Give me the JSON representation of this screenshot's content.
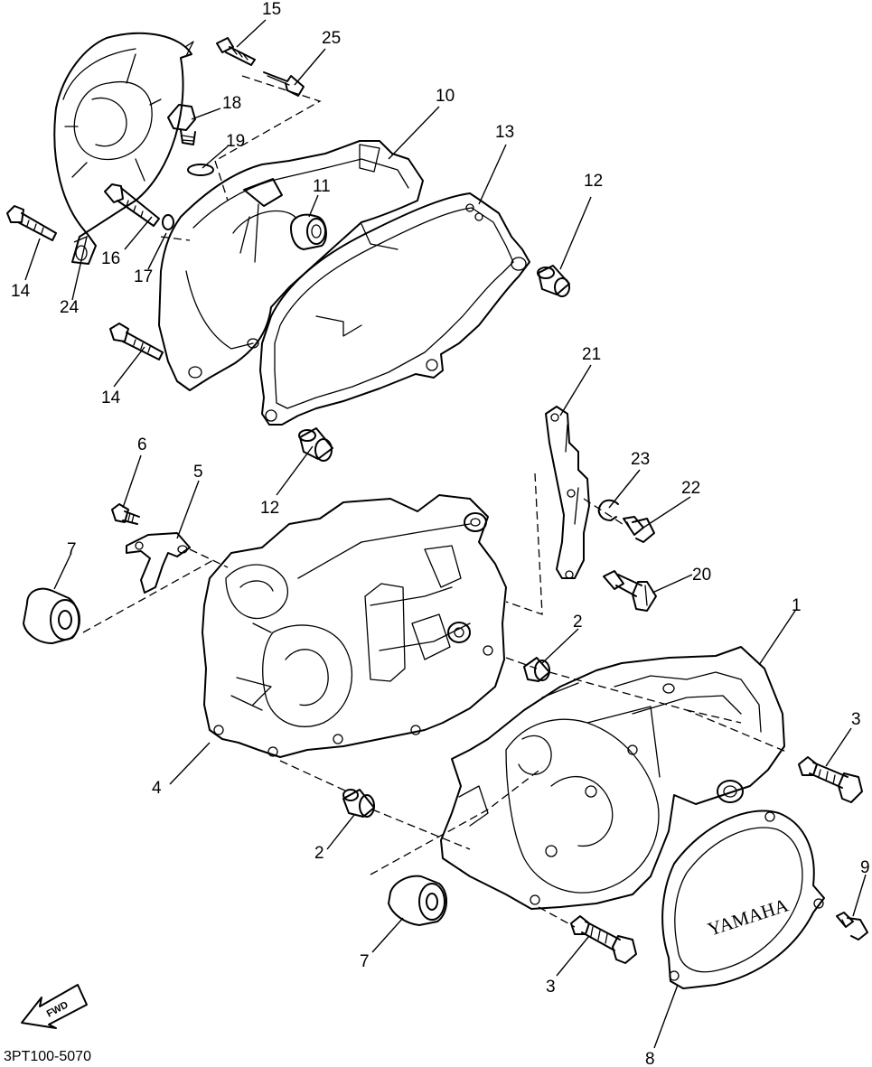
{
  "diagram": {
    "part_code": "3PT100-5070",
    "brand_text": "YAMAHA",
    "direction_label": "FWD",
    "callouts": [
      {
        "id": "c15",
        "label": "15"
      },
      {
        "id": "c25",
        "label": "25"
      },
      {
        "id": "c18",
        "label": "18"
      },
      {
        "id": "c10",
        "label": "10"
      },
      {
        "id": "c19",
        "label": "19"
      },
      {
        "id": "c13",
        "label": "13"
      },
      {
        "id": "c11",
        "label": "11"
      },
      {
        "id": "c12a",
        "label": "12"
      },
      {
        "id": "c16",
        "label": "16"
      },
      {
        "id": "c17",
        "label": "17"
      },
      {
        "id": "c14a",
        "label": "14"
      },
      {
        "id": "c24",
        "label": "24"
      },
      {
        "id": "c14b",
        "label": "14"
      },
      {
        "id": "c21",
        "label": "21"
      },
      {
        "id": "c6",
        "label": "6"
      },
      {
        "id": "c5",
        "label": "5"
      },
      {
        "id": "c23",
        "label": "23"
      },
      {
        "id": "c22",
        "label": "22"
      },
      {
        "id": "c12b",
        "label": "12"
      },
      {
        "id": "c7a",
        "label": "7"
      },
      {
        "id": "c20",
        "label": "20"
      },
      {
        "id": "c2a",
        "label": "2"
      },
      {
        "id": "c1",
        "label": "1"
      },
      {
        "id": "c3a",
        "label": "3"
      },
      {
        "id": "c4",
        "label": "4"
      },
      {
        "id": "c2b",
        "label": "2"
      },
      {
        "id": "c9",
        "label": "9"
      },
      {
        "id": "c7b",
        "label": "7"
      },
      {
        "id": "c3b",
        "label": "3"
      },
      {
        "id": "c8",
        "label": "8"
      }
    ]
  }
}
